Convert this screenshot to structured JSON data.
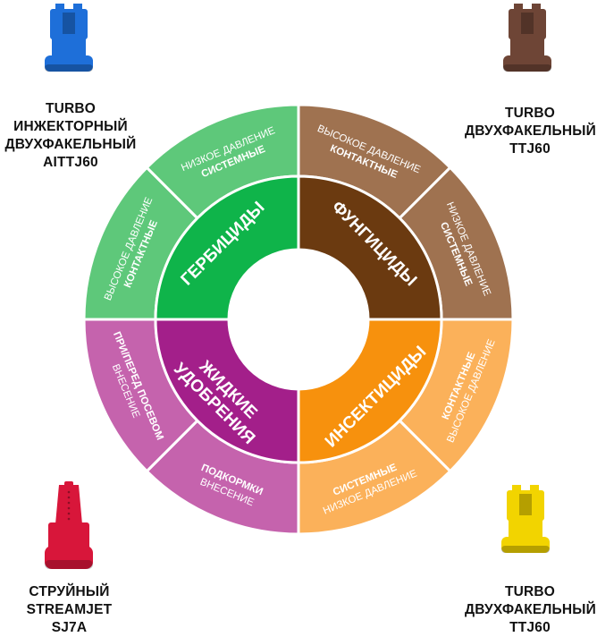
{
  "wheel": {
    "quadrants": [
      {
        "key": "herbicides",
        "title": "ГЕРБИЦИДЫ",
        "colors": {
          "inner": "#0fb44a",
          "outer": "#5ec87a"
        },
        "segments": [
          {
            "lines": [
              "НИЗКОЕ ДАВЛЕНИЕ",
              "СИСТЕМНЫЕ"
            ]
          },
          {
            "lines": [
              "ВЫСОКОЕ ДАВЛЕНИЕ",
              "КОНТАКТНЫЕ"
            ]
          }
        ]
      },
      {
        "key": "fungicides",
        "title": "ФУНГИЦИДЫ",
        "colors": {
          "inner": "#6b3a10",
          "outer": "#9f7250"
        },
        "segments": [
          {
            "lines": [
              "ВЫСОКОЕ ДАВЛЕНИЕ",
              "КОНТАКТНЫЕ"
            ]
          },
          {
            "lines": [
              "НИЗКОЕ ДАВЛЕНИЕ",
              "СИСТЕМНЫЕ"
            ]
          }
        ]
      },
      {
        "key": "insecticides",
        "title": "ИНСЕКТИЦИДЫ",
        "colors": {
          "inner": "#f7910d",
          "outer": "#fbb15a"
        },
        "segments": [
          {
            "lines": [
              "КОНТАКТНЫЕ",
              "ВЫСОКОЕ ДАВЛЕНИЕ"
            ]
          },
          {
            "lines": [
              "СИСТЕМНЫЕ",
              "НИЗКОЕ ДАВЛЕНИЕ"
            ]
          }
        ]
      },
      {
        "key": "fertilizers",
        "title_lines": [
          "ЖИДКИЕ",
          "УДОБРЕНИЯ"
        ],
        "colors": {
          "inner": "#a31f8a",
          "outer": "#c563ad"
        },
        "segments": [
          {
            "lines": [
              "ПОДКОРМКИ",
              "ВНЕСЕНИЕ"
            ]
          },
          {
            "lines": [
              "ПРИ/ПЕРЕД ПОСЕВОМ",
              "ВНЕСЕНИЕ"
            ]
          }
        ]
      }
    ]
  },
  "nozzles": {
    "top_left": {
      "lines": [
        "TURBO",
        "ИНЖЕКТОРНЫЙ",
        "ДВУХФАКЕЛЬНЫЙ",
        "AITTJ60"
      ],
      "color": "#1e6fd9"
    },
    "top_right": {
      "lines": [
        "TURBO",
        "ДВУХФАКЕЛЬНЫЙ",
        "TTJ60"
      ],
      "color": "#6e4536"
    },
    "bottom_left": {
      "lines": [
        "СТРУЙНЫЙ",
        "STREAMJET",
        "SJ7A"
      ],
      "color": "#d8163a"
    },
    "bottom_right": {
      "lines": [
        "TURBO",
        "ДВУХФАКЕЛЬНЫЙ",
        "TTJ60"
      ],
      "color": "#f2d400"
    }
  }
}
